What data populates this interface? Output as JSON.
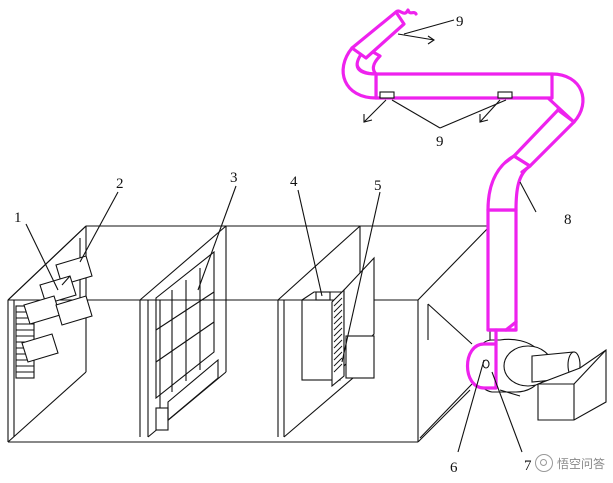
{
  "labels": {
    "l1": "1",
    "l2": "2",
    "l3": "3",
    "l4": "4",
    "l5": "5",
    "l6": "6",
    "l7": "7",
    "l8": "8",
    "l9a": "9",
    "l9b": "9"
  },
  "watermark": {
    "text": "悟空问答"
  },
  "colors": {
    "duct": "#ee22ee",
    "line": "#111111"
  }
}
